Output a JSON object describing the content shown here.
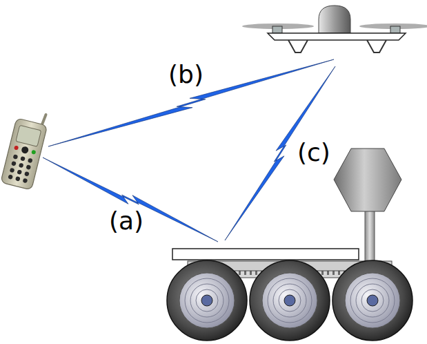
{
  "diagram": {
    "labels": [
      "(b)",
      "(c)",
      "(a)"
    ]
  }
}
